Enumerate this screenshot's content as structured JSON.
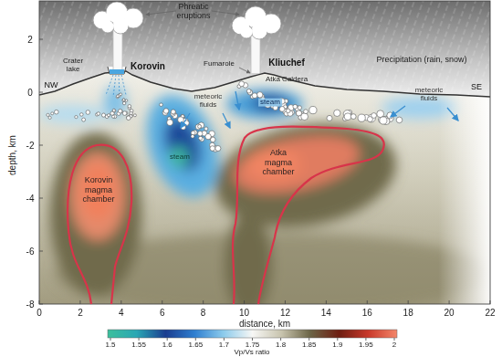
{
  "diagram": {
    "nodes": [
      {
        "text": [
          "Korovin magma chamber"
        ]
      },
      {
        "text": [
          "Atka magma chamber"
        ]
      }
    ],
    "labels": [
      "Phreatic eruptions",
      "Precipitation (rain, snow)",
      "Crater lake",
      "Korovin",
      "Fumarole",
      "Kliuchef",
      "Atka Caldera",
      "NW",
      "SE",
      "meteoric fluids",
      "meteoric fluids",
      "steam",
      "steam",
      "depth, km",
      "2",
      "0",
      "-2",
      "-4",
      "-6",
      "-8",
      "distance, km",
      "0",
      "2",
      "4",
      "6",
      "8",
      "10",
      "12",
      "14",
      "16",
      "18",
      "20",
      "22",
      "1.5",
      "1.55",
      "1.6",
      "1.65",
      "1.7",
      "1.75",
      "1.8",
      "1.85",
      "1.9",
      "1.95",
      "2",
      "Vp/Vs ratio"
    ]
  }
}
